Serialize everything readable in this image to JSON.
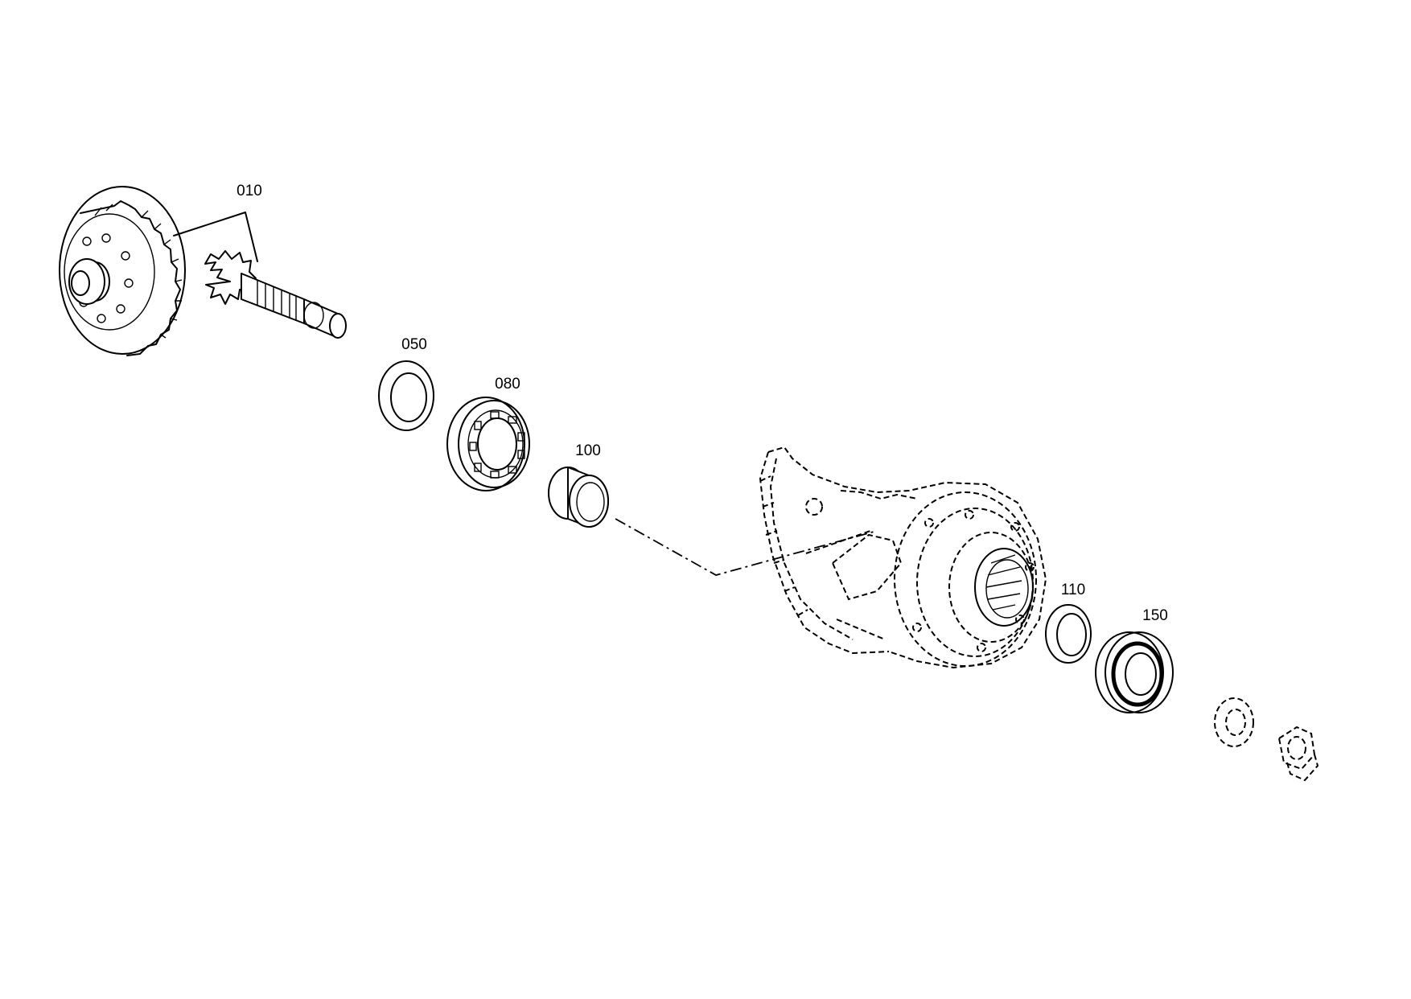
{
  "diagram": {
    "type": "exploded-parts-view",
    "parts": [
      {
        "id": "010",
        "label": "010"
      },
      {
        "id": "050",
        "label": "050"
      },
      {
        "id": "080",
        "label": "080"
      },
      {
        "id": "100",
        "label": "100"
      },
      {
        "id": "110",
        "label": "110"
      },
      {
        "id": "150",
        "label": "150"
      }
    ]
  }
}
